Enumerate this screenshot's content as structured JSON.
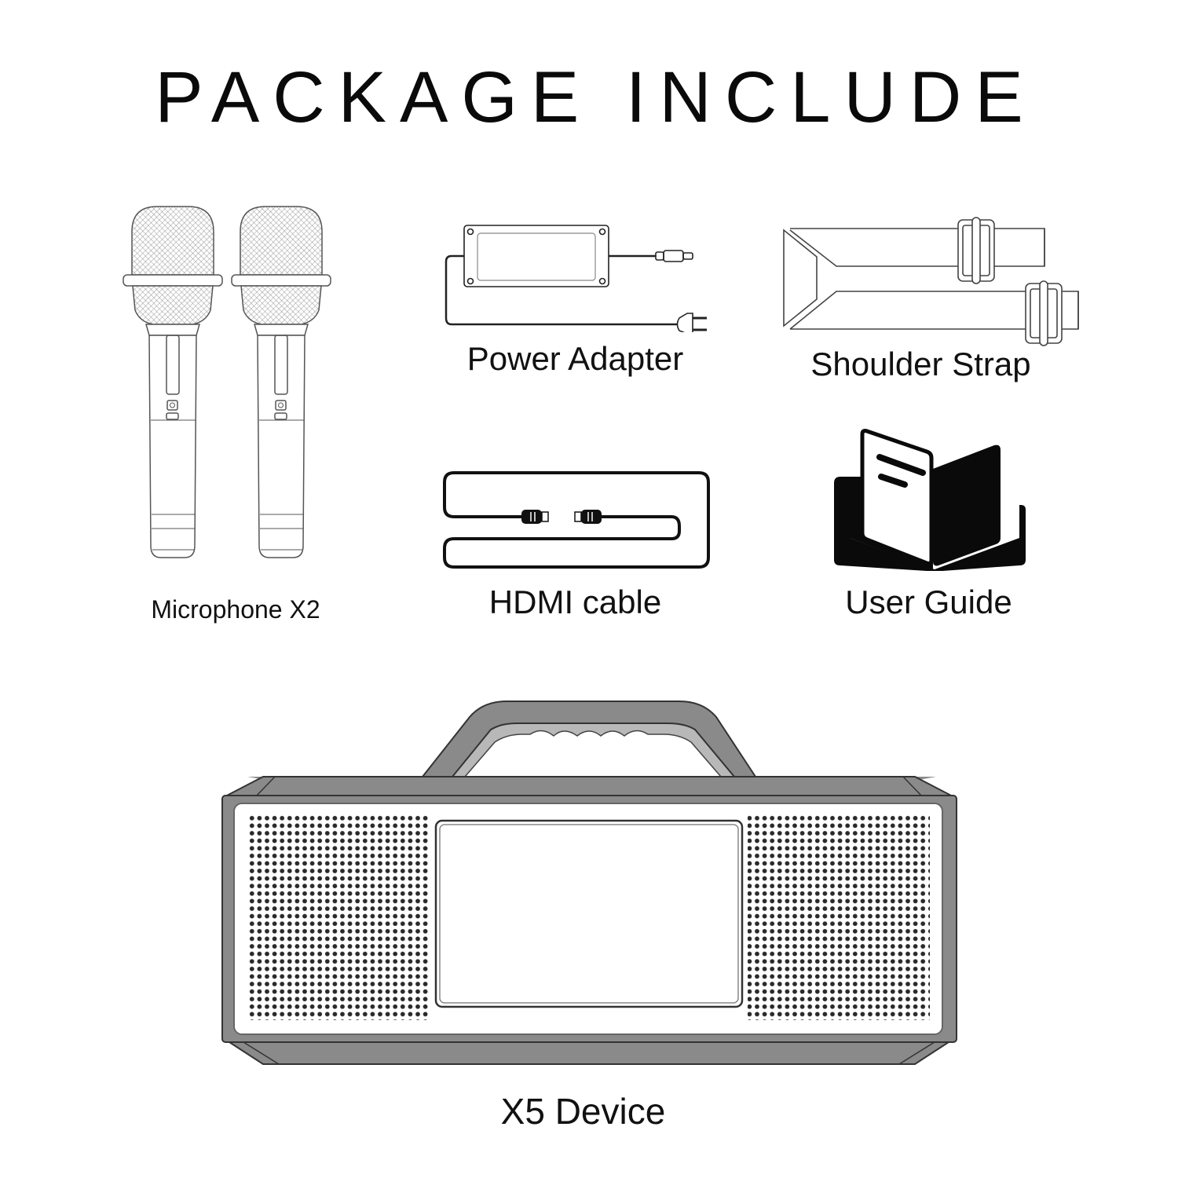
{
  "page": {
    "title": "PACKAGE INCLUDE"
  },
  "items": [
    {
      "id": "microphone",
      "label": "Microphone X2",
      "icon": "microphone-icon",
      "quantity": 2
    },
    {
      "id": "power-adapter",
      "label": "Power Adapter",
      "icon": "power-adapter-icon"
    },
    {
      "id": "shoulder-strap",
      "label": "Shoulder Strap",
      "icon": "shoulder-strap-icon"
    },
    {
      "id": "hdmi-cable",
      "label": "HDMI cable",
      "icon": "hdmi-cable-icon"
    },
    {
      "id": "user-guide",
      "label": "User Guide",
      "icon": "user-guide-icon"
    },
    {
      "id": "x5-device",
      "label": "X5 Device",
      "icon": "karaoke-speaker-icon"
    }
  ],
  "colors": {
    "background": "#ffffff",
    "text": "#111111",
    "line": "#333333",
    "device_frame": "#8a8a8a",
    "device_handle_inner": "#b8b8b8",
    "speaker_dots": "#2a2a2a"
  }
}
